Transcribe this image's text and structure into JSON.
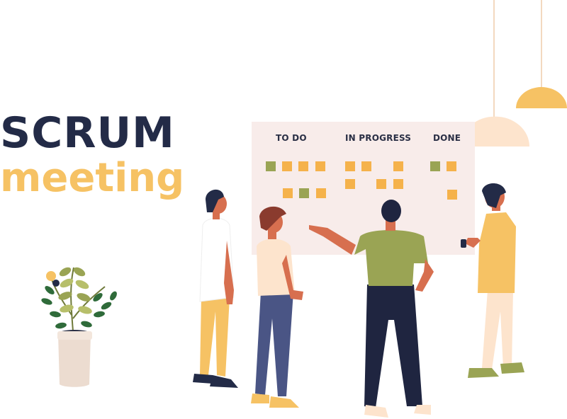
{
  "title": {
    "line1": "SCRUM",
    "line2": "meeting"
  },
  "board": {
    "columns": [
      "TO DO",
      "IN PROGRESS",
      "DONE"
    ]
  },
  "colors": {
    "title_dark": "#232b47",
    "title_accent": "#f6c264",
    "board_bg": "#f8ecea",
    "note_orange": "#f5b24b",
    "note_green": "#9aa454",
    "lamp": "#fde4cd",
    "lamp_small": "#f6c264"
  },
  "illustration": {
    "lamps": [
      "lamp-icon",
      "lamp-icon"
    ],
    "plant": "potted-plant-icon",
    "people": [
      "person-icon",
      "person-icon",
      "person-icon",
      "person-icon"
    ]
  }
}
